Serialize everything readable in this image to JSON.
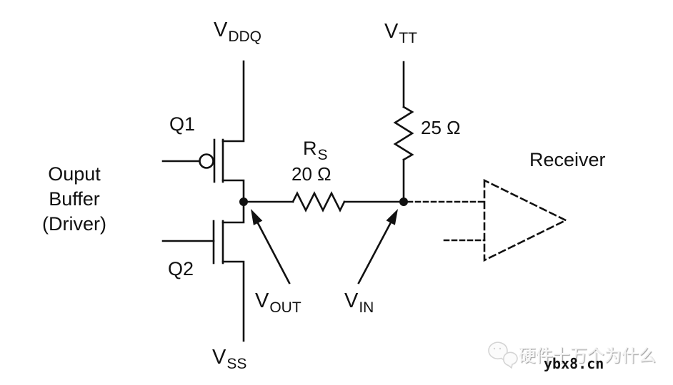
{
  "labels": {
    "driver_block": {
      "line1": "Ouput",
      "line2": "Buffer",
      "line3": "(Driver)"
    },
    "vddq": {
      "main": "V",
      "sub": "DDQ"
    },
    "vtt": {
      "main": "V",
      "sub": "TT"
    },
    "vss": {
      "main": "V",
      "sub": "SS"
    },
    "vout": {
      "main": "V",
      "sub": "OUT"
    },
    "vin": {
      "main": "V",
      "sub": "IN"
    },
    "q1": "Q1",
    "q2": "Q2",
    "rs": {
      "main": "R",
      "sub": "S",
      "value": "20 Ω"
    },
    "rt": {
      "value": "25 Ω"
    },
    "receiver": "Receiver"
  },
  "watermark": {
    "text": "硬件十万个为什么",
    "url": "ybx8.cn"
  },
  "colors": {
    "line": "#111111",
    "background": "#ffffff",
    "watermark_gray": "#f2f2f2"
  }
}
